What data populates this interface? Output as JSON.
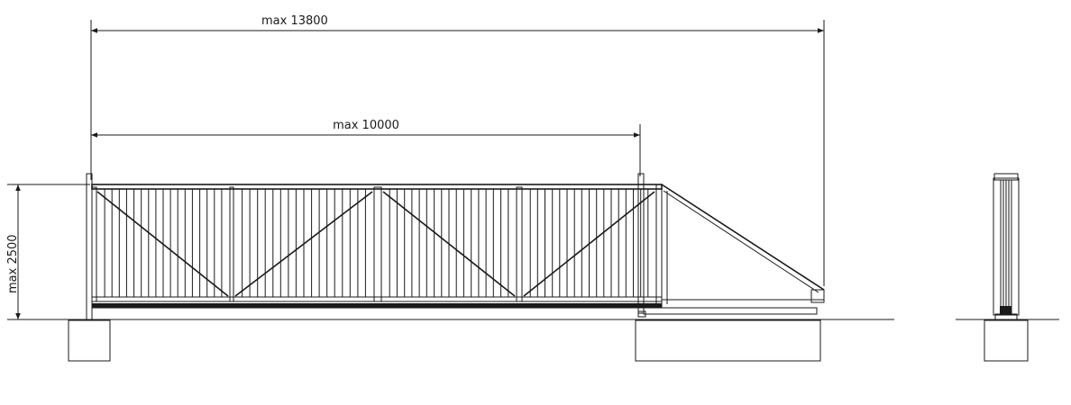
{
  "dimensions": {
    "total_width": "max 13800",
    "opening_width": "max 10000",
    "height": "max 2500"
  },
  "line_color": "#1a1a1a",
  "background_color": "#ffffff"
}
